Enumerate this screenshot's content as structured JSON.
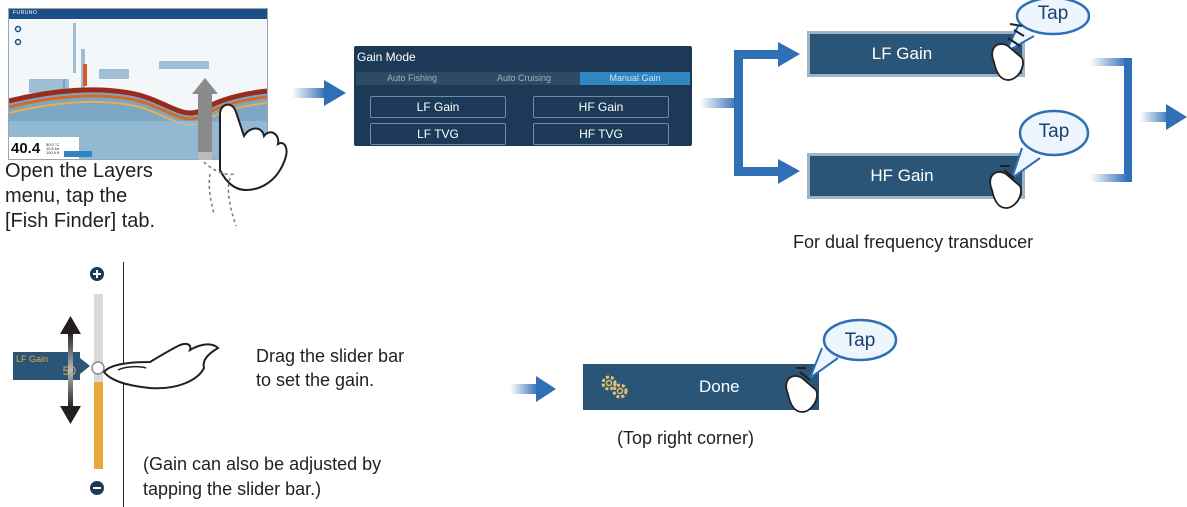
{
  "fishfinder": {
    "brand": "FURUNO",
    "depth": "40.4",
    "readouts": [
      "50.0 °C",
      "10.5 kn",
      "100.0 ft"
    ]
  },
  "step1_caption": [
    "Open the Layers",
    "menu, tap the",
    "[Fish Finder] tab."
  ],
  "gain_mode": {
    "title": "Gain Mode",
    "tabs": [
      {
        "label": "Auto Fishing",
        "active": false
      },
      {
        "label": "Auto Cruising",
        "active": false
      },
      {
        "label": "Manual Gain",
        "active": true
      }
    ],
    "buttons": [
      "LF Gain",
      "HF Gain",
      "LF TVG",
      "HF TVG"
    ]
  },
  "lf_button": "LF Gain",
  "hf_button": "HF Gain",
  "tap_label": "Tap",
  "dual_caption": "For dual frequency transducer",
  "slider": {
    "label": "LF Gain",
    "value": "50",
    "level_fraction": 0.5
  },
  "drag_caption": [
    "Drag the slider bar",
    "to set the gain."
  ],
  "note_caption": [
    "(Gain can also be adjusted by",
    "tapping the slider bar.)"
  ],
  "done_button": "Done",
  "corner_caption": "(Top right corner)",
  "colors": {
    "arrow_blue": "#2f6fb5",
    "panel_dark": "#1c3a57",
    "button_blue": "#2b5577",
    "slider_fill": "#e8a93a",
    "tap_text": "#1a3f73"
  }
}
